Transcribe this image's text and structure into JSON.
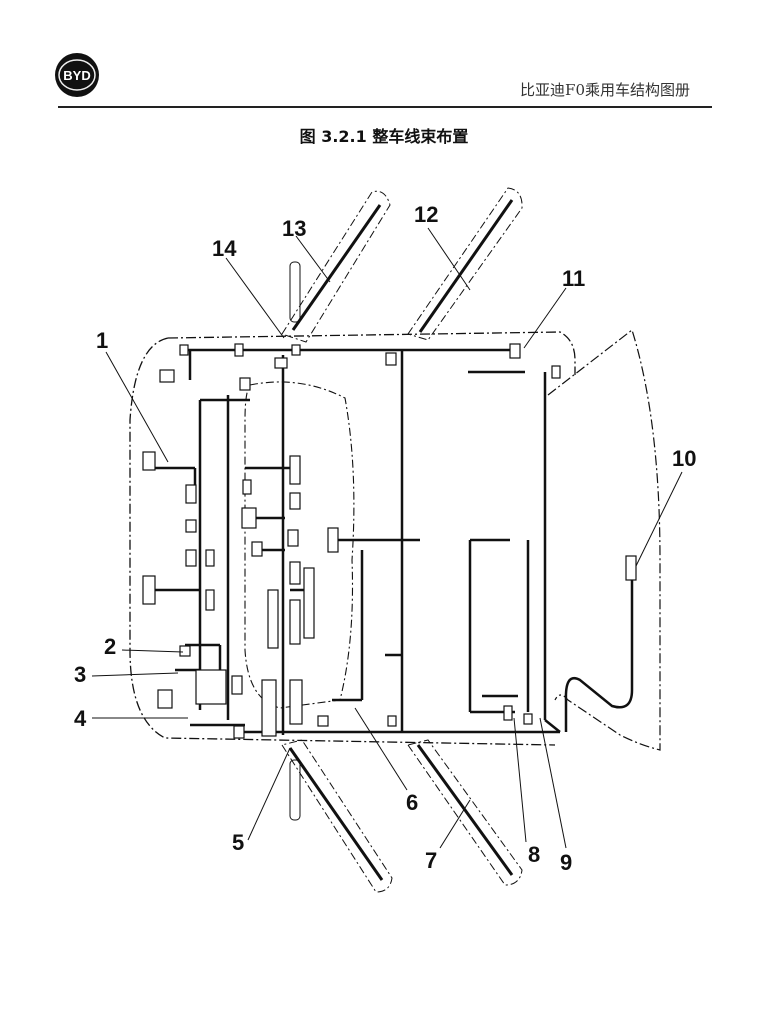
{
  "header": {
    "logo_text": "BYD",
    "document_title": "比亚迪F0乘用车结构图册"
  },
  "figure": {
    "title": "图 3.2.1 整车线束布置"
  },
  "callouts": [
    "1",
    "2",
    "3",
    "4",
    "5",
    "6",
    "7",
    "8",
    "9",
    "10",
    "11",
    "12",
    "13",
    "14"
  ]
}
